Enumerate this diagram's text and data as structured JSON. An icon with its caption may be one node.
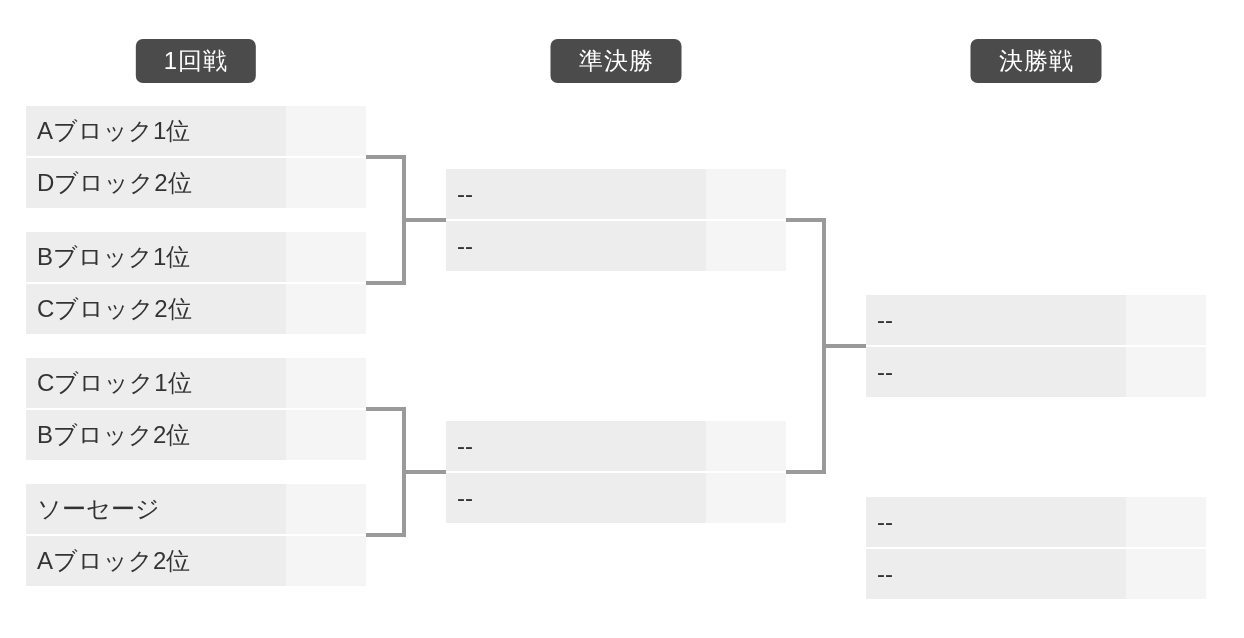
{
  "diagram": {
    "nodes": [
      {
        "text": [
          "Aブロック1位",
          "Dブロック2位"
        ]
      },
      {
        "text": [
          "Bブロック1位",
          "Cブロック2位"
        ]
      },
      {
        "text": [
          "Cブロック1位",
          "Bブロック2位"
        ]
      },
      {
        "text": [
          "ソーセージ",
          "Aブロック2位"
        ]
      },
      {
        "text": [
          "--",
          "--"
        ]
      },
      {
        "text": [
          "--",
          "--"
        ]
      },
      {
        "text": [
          "--",
          "--"
        ]
      },
      {
        "text": [
          "--",
          "--"
        ]
      }
    ],
    "edges": [
      {
        "from": 0,
        "to": 4,
        "arrow": "none"
      },
      {
        "from": 1,
        "to": 4,
        "arrow": "none"
      },
      {
        "from": 2,
        "to": 5,
        "arrow": "none"
      },
      {
        "from": 3,
        "to": 5,
        "arrow": "none"
      },
      {
        "from": 4,
        "to": 6,
        "arrow": "none"
      },
      {
        "from": 5,
        "to": 6,
        "arrow": "none"
      }
    ],
    "labels": [
      "1回戦",
      "準決勝",
      "決勝戦"
    ]
  }
}
